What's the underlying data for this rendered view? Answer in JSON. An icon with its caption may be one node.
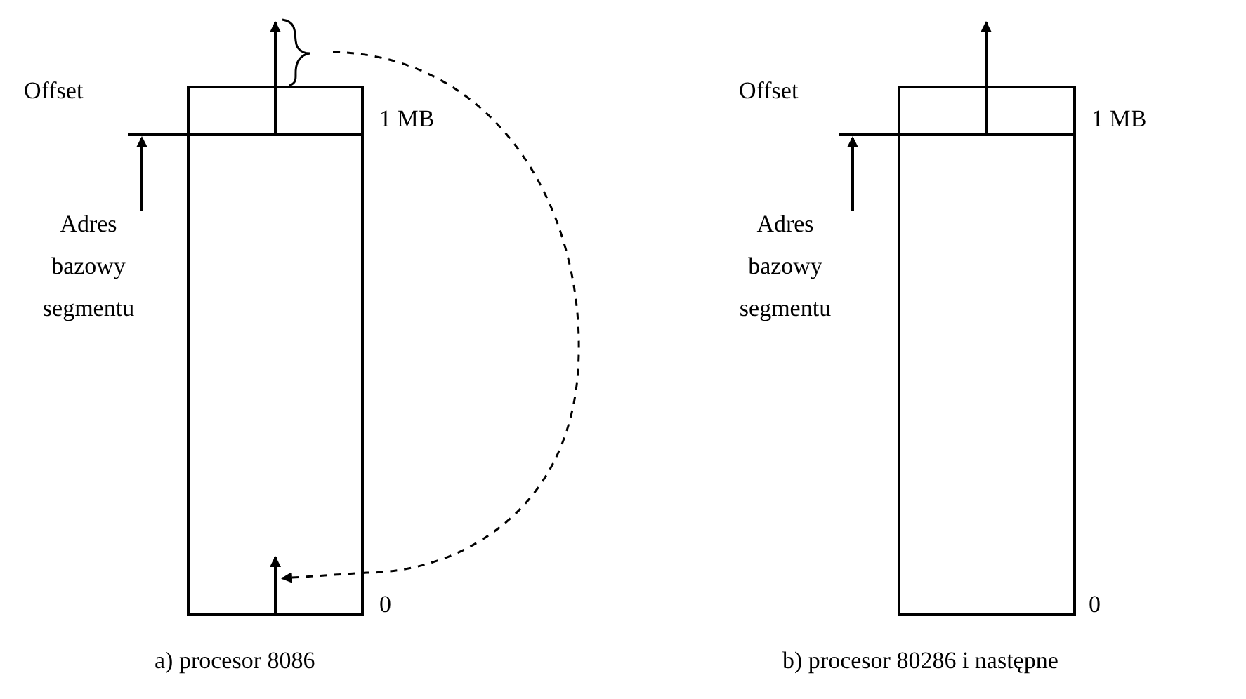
{
  "diagram": {
    "nodes": [
      {
        "text": [],
        "shape": "box"
      },
      {
        "text": [
          "Adres bazowy segmentu"
        ]
      },
      {
        "text": [],
        "shape": "box"
      },
      {
        "text": [
          "Adres bazowy segmentu"
        ]
      }
    ],
    "edges": [
      {
        "from": 1,
        "to": 0,
        "arrow": "to"
      },
      {
        "from": null,
        "to": 0,
        "arrow": "to",
        "style": "dashed"
      },
      {
        "from": 3,
        "to": 2,
        "arrow": "to"
      }
    ],
    "labels": [
      "Offset",
      "1 MB",
      "0",
      "a) procesor 8086",
      "Offset",
      "1 MB",
      "0",
      "b) procesor 80286 i następne"
    ]
  }
}
